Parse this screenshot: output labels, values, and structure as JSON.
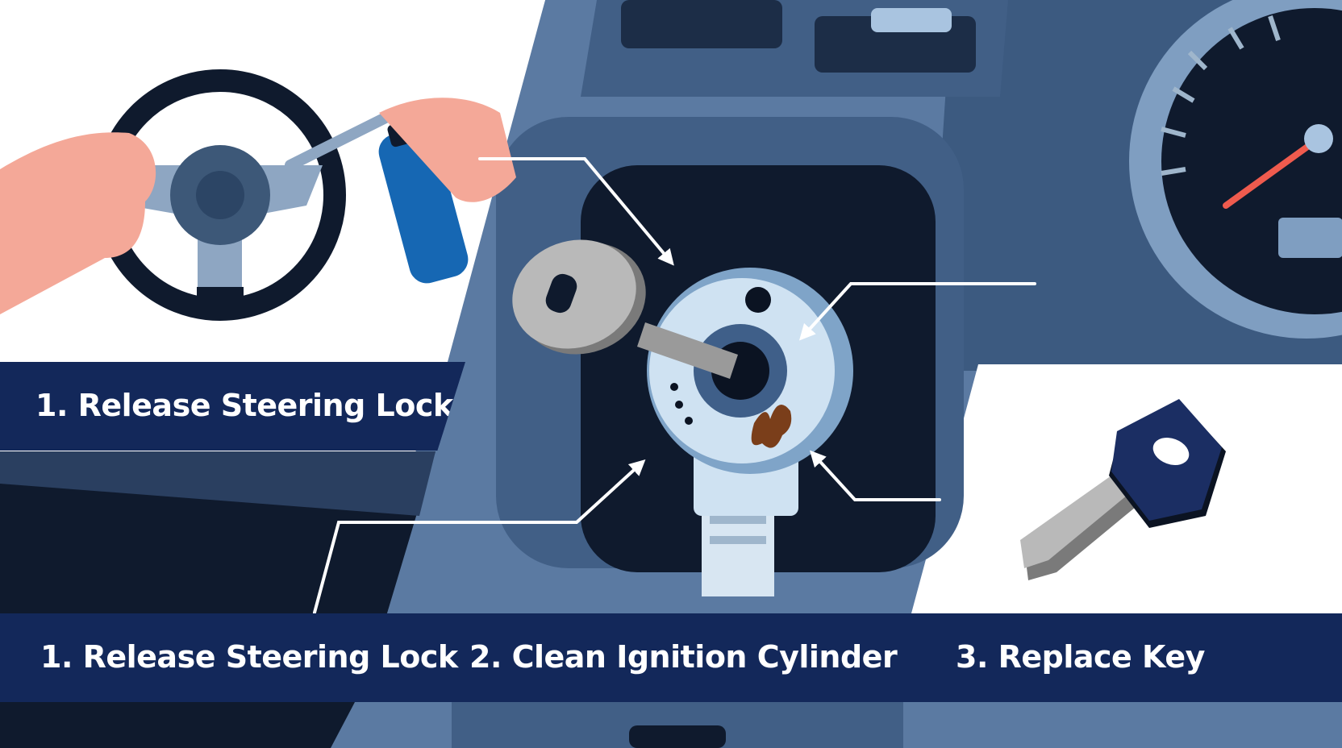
{
  "steps": [
    {
      "label": "1. Release Steering Lock"
    },
    {
      "label": "2. Clean Ignition Cylinder"
    },
    {
      "label": "3. Replace Key"
    }
  ],
  "inset_label": "1. Release Steering Lock",
  "colors": {
    "dashboard_dark": "#0f1a2d",
    "dashboard_mid": "#415f86",
    "dashboard_light": "#7f9ec1",
    "banner": "#13285a",
    "skin": "#f4a898",
    "spray_can": "#1667b3",
    "needle": "#ef5b4e",
    "rust": "#7a3e1a",
    "cylinder": "#cfe2f2",
    "key_metal": "#b9b9b9",
    "key_head_blue": "#1b2e63"
  },
  "icons": [
    "steering-wheel-icon",
    "hand-icon",
    "spray-can-icon",
    "ignition-cylinder-icon",
    "key-icon",
    "new-key-icon",
    "speedometer-icon"
  ]
}
